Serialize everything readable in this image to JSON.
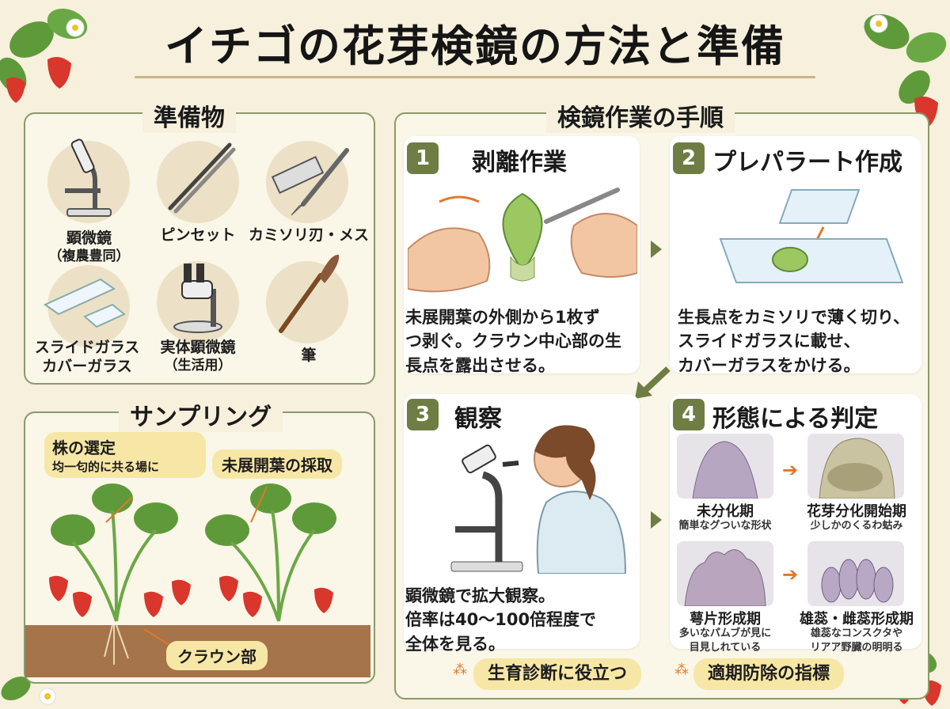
{
  "title": "イチゴの花芽検鏡の方法と準備",
  "preparation": {
    "heading": "準備物",
    "items": [
      {
        "label": "顕微鏡",
        "sub": "（複農豊同）",
        "icon": "microscope-icon"
      },
      {
        "label": "ピンセット",
        "sub": "",
        "icon": "tweezers-icon"
      },
      {
        "label": "カミソリ刃・メス",
        "sub": "",
        "icon": "razor-scalpel-icon"
      },
      {
        "label": "スライドガラス",
        "sub": "カバーガラス",
        "icon": "slide-glass-icon"
      },
      {
        "label": "実体顕微鏡",
        "sub": "（生活用）",
        "icon": "stereo-microscope-icon"
      },
      {
        "label": "筆",
        "sub": "",
        "icon": "brush-icon"
      }
    ]
  },
  "sampling": {
    "heading": "サンプリング",
    "tag1_title": "株の選定",
    "tag1_sub": "均一匂的に共る場に",
    "tag2": "未展開葉の採取",
    "tag3": "クラウン部"
  },
  "procedure": {
    "heading": "検鏡作業の手順",
    "steps": [
      {
        "num": "1",
        "title": "剥離作業",
        "text": "未展開葉の外側から1枚ず\nつ剥ぐ。クラウン中心部の生\n長点を露出させる。"
      },
      {
        "num": "2",
        "title": "プレパラート作成",
        "text": "生長点をカミソリで薄く切り、\nスライドガラスに載せ、\nカバーガラスをかける。"
      },
      {
        "num": "3",
        "title": "観察",
        "text": "顕微鏡で拡大観察。\n倍率は40〜100倍程度で\n全体を見る。"
      },
      {
        "num": "4",
        "title": "形態による判定",
        "text": ""
      }
    ],
    "stages": [
      {
        "label": "未分化期",
        "sub": "簡単なグついな形状"
      },
      {
        "label": "花芽分化開始期",
        "sub": "少しかのくるわ蛄み"
      },
      {
        "label": "萼片形成期",
        "sub": "多いなパムブが見に\n目見しれている"
      },
      {
        "label": "雄蕊・雌蕊形成期",
        "sub": "雄蕊なコンスクタや\nリアア野臓の明明る"
      }
    ],
    "pill1": "生育診断に役立つ",
    "pill2": "適期防除の指標"
  },
  "colors": {
    "accent": "#6e7d43",
    "tag": "#f7e7a6",
    "arrow": "#e0782a",
    "background": "#f6f0dc"
  }
}
